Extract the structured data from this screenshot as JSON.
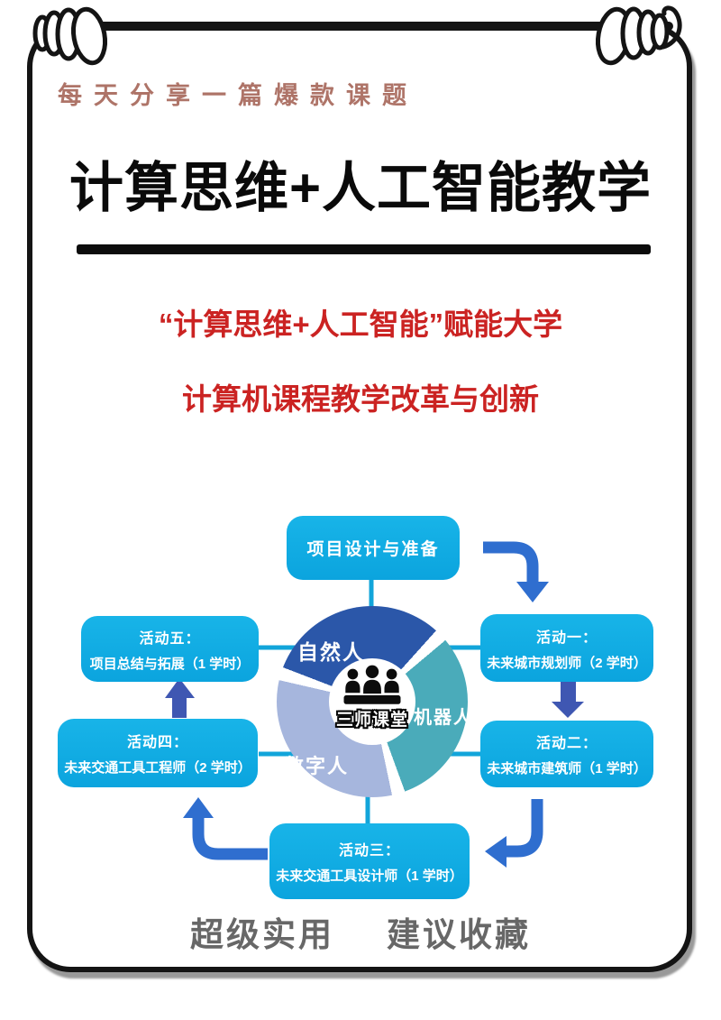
{
  "banner": {
    "tagline": "每天分享一篇爆款课题"
  },
  "title": "计算思维+人工智能教学",
  "subtitle": {
    "line1": "“计算思维+人工智能”赋能大学",
    "line2": "计算机课程教学改革与创新"
  },
  "diagram": {
    "nodes": {
      "prep": {
        "line1": "项目设计与准备"
      },
      "a1": {
        "line1": "活动一：",
        "line2": "未来城市规划师（2 学时）"
      },
      "a2": {
        "line1": "活动二：",
        "line2": "未来城市建筑师（1 学时）"
      },
      "a3": {
        "line1": "活动三：",
        "line2": "未来交通工具设计师（1 学时）"
      },
      "a4": {
        "line1": "活动四：",
        "line2": "未来交通工具工程师（2 学时）"
      },
      "a5": {
        "line1": "活动五：",
        "line2": "项目总结与拓展（1 学时）"
      }
    },
    "pie": {
      "center_label": "三师课堂",
      "segments": [
        {
          "label": "自然人",
          "color": "#2b57a9"
        },
        {
          "label": "机器人",
          "color": "#4aabba"
        },
        {
          "label": "数字人",
          "color": "#a6b6dd"
        }
      ]
    },
    "colors": {
      "node_fill": "#10ade3",
      "connector": "#12a5da",
      "curved_arrow": "#2f6ecf",
      "block_arrow": "#3f57b2"
    }
  },
  "footer": {
    "left": "超级实用",
    "right": "建议收藏"
  },
  "theme": {
    "tagline_color": "#ae7468",
    "title_color": "#0a0a0a",
    "subtitle_color": "#cb2322",
    "footer_color": "#676767"
  }
}
